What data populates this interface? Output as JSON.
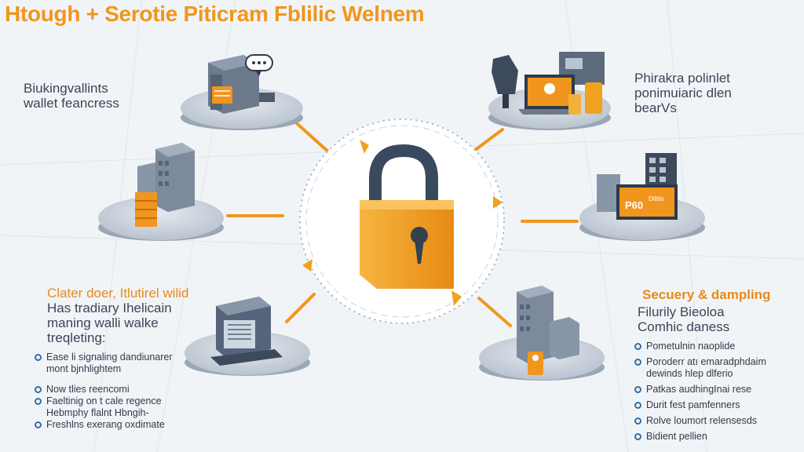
{
  "title": "Htough + Serotie Piticram Fblilic Welnem",
  "captions": {
    "top_left": [
      "Biukingvallints",
      "wallet feancress"
    ],
    "top_right": [
      "Phirakra polinlet",
      "ponimuiaric dlen",
      "bearVs"
    ],
    "mid_left_heading": [
      "Clater doer, Itlutirel wilid",
      "Has tradiary Ihelicain",
      "maning walli walke",
      "treqleting:"
    ],
    "bottom_right_heading": "Secuery & dampling",
    "bottom_right_sub": [
      "Filurily Bieoloa",
      "Comhic daness"
    ]
  },
  "left_list": [
    {
      "lines": [
        "Ease li signaling dandiunarer",
        "mont bjnhlightem"
      ],
      "gap_after": true
    },
    {
      "lines": [
        "Now tlies reencomi"
      ]
    },
    {
      "lines": [
        "Faeltinig on t cale regence",
        "Hebmphy flalnt Hbngih-"
      ]
    },
    {
      "lines": [
        "Freshlns exerang oxdimate"
      ]
    }
  ],
  "right_list": [
    {
      "lines": [
        "Pometulnin naoplide"
      ]
    },
    {
      "lines": [
        "Poroderr atı emaradphdaim",
        "dewinds hlep dlferio"
      ]
    },
    {
      "lines": [
        "Patkas audhingInai rese"
      ]
    },
    {
      "lines": [
        "Durit fest pamfenners"
      ]
    },
    {
      "lines": [
        "Rolve loumort relensesds"
      ]
    },
    {
      "lines": [
        "Bidient pellien"
      ]
    }
  ],
  "screen_text": [
    "P60",
    "Dllitlo"
  ],
  "colors": {
    "accent": "#f0961e",
    "lock": "#f5a623",
    "shackle": "#3a4a5e",
    "platform": "#bcc6d2",
    "bullet": "#2f6fa6"
  },
  "icons": [
    "padlock-icon",
    "server-icon",
    "chat-bubble-icon",
    "office-building-icon",
    "laptop-icon",
    "mannequin-icon",
    "monitor-icon",
    "phone-icon",
    "coin-icon"
  ]
}
